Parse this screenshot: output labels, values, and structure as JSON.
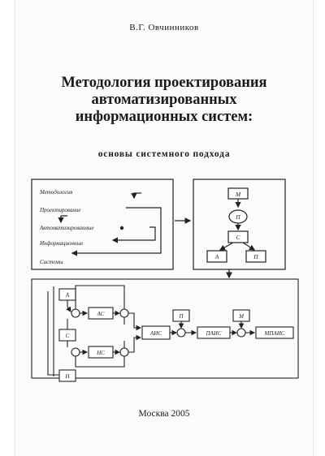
{
  "cover": {
    "author": "В.Г. Овчинников",
    "title_lines": [
      "Методология проектирования",
      "автоматизированных",
      "информационных систем:"
    ],
    "subtitle": "основы системного подхода",
    "city_year": "Москва 2005"
  },
  "diagram1": {
    "labels": [
      "Методология",
      "Проектирование",
      "Автоматизированные",
      "Информационные",
      "Системы"
    ]
  },
  "diagram2": {
    "top": "М",
    "circle": "П",
    "middle": "С",
    "left": "А",
    "right": "П"
  },
  "diagram3": {
    "box_a": "А",
    "box_c": "С",
    "box_n": "Н",
    "as": "АС",
    "ns": "НС",
    "ais": "АИС",
    "p": "П",
    "m": "М",
    "pais": "ПАИС",
    "mpais": "МПАИС"
  }
}
